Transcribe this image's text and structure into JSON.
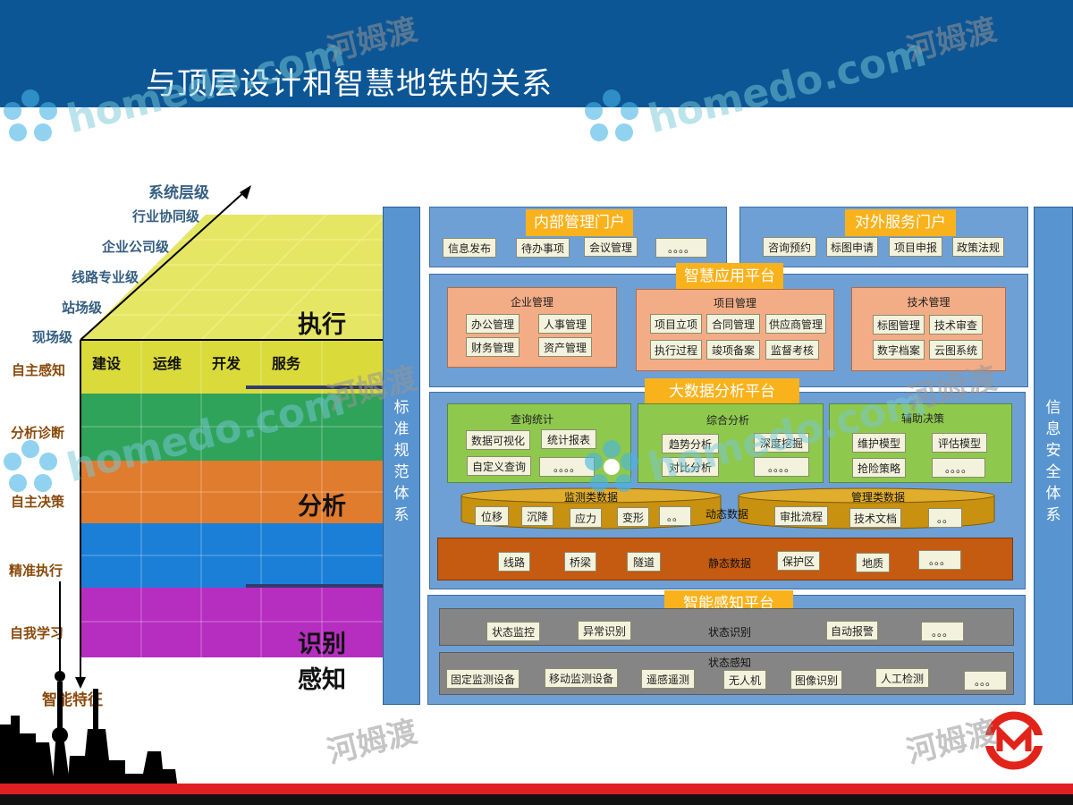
{
  "slide_title": "与顶层设计和智慧地铁的关系",
  "cube": {
    "axis_title": "系统层级",
    "levels": [
      "行业协同级",
      "企业公司级",
      "线路专业级",
      "站场级",
      "现场级"
    ],
    "columns": [
      "建设",
      "运维",
      "开发",
      "服务"
    ],
    "features_axis": "智能特征",
    "features": [
      "自主感知",
      "分析诊断",
      "自主决策",
      "精准执行",
      "自我学习"
    ],
    "layers": [
      "执行",
      "分析",
      "识别",
      "感知"
    ]
  },
  "standards_bar": "标准规范体系",
  "security_bar": "信息安全体系",
  "portals": {
    "internal": {
      "title": "内部管理门户",
      "items": [
        "信息发布",
        "待办事项",
        "会议管理",
        "。。。。"
      ]
    },
    "external": {
      "title": "对外服务门户",
      "items": [
        "咨询预约",
        "标图申请",
        "项目申报",
        "政策法规"
      ]
    }
  },
  "smart_app": {
    "title": "智慧应用平台",
    "groups": [
      {
        "title": "企业管理",
        "items": [
          "办公管理",
          "人事管理",
          "财务管理",
          "资产管理"
        ]
      },
      {
        "title": "项目管理",
        "items": [
          "项目立项",
          "合同管理",
          "供应商管理",
          "执行过程",
          "竣项备案",
          "监督考核"
        ]
      },
      {
        "title": "技术管理",
        "items": [
          "标图管理",
          "技术审查",
          "数字档案",
          "云图系统"
        ]
      }
    ]
  },
  "bigdata": {
    "title": "大数据分析平台",
    "groups": [
      {
        "title": "查询统计",
        "items": [
          "数据可视化",
          "统计报表",
          "自定义查询",
          "。。。。"
        ]
      },
      {
        "title": "综合分析",
        "items": [
          "趋势分析",
          "深度挖掘",
          "对比分析",
          "。。。。"
        ]
      },
      {
        "title": "辅助决策",
        "items": [
          "维护模型",
          "评估模型",
          "抢险策略",
          "。。。。"
        ]
      }
    ],
    "monitor_db": {
      "title": "监测类数据",
      "items": [
        "位移",
        "沉降",
        "应力",
        "变形",
        "。。"
      ]
    },
    "dynamic_label": "动态数据",
    "manage_db": {
      "title": "管理类数据",
      "items": [
        "审批流程",
        "技术文档",
        "。。"
      ]
    },
    "static_label": "静态数据",
    "static_items": [
      "线路",
      "桥梁",
      "隧道",
      "保护区",
      "地质",
      "。。。"
    ]
  },
  "sensing": {
    "title": "智能感知平台",
    "recognition": {
      "label": "状态识别",
      "items": [
        "状态监控",
        "异常识别",
        "自动报警",
        "。。。"
      ]
    },
    "perception": {
      "label": "状态感知",
      "items": [
        "固定监测设备",
        "移动监测设备",
        "遥感遥测",
        "无人机",
        "图像识别",
        "人工检测",
        "。。。"
      ]
    }
  },
  "watermarks": {
    "brand": "homedo.com",
    "cn": "河姆渡"
  },
  "colors": {
    "header": "#0c5695",
    "panel": "#6ea0d6",
    "tag": "#f9b21c",
    "peach": "#f3ad86",
    "green": "#8ec94e",
    "db": "#c8910f",
    "static": "#c55a11",
    "grey": "#858585"
  }
}
